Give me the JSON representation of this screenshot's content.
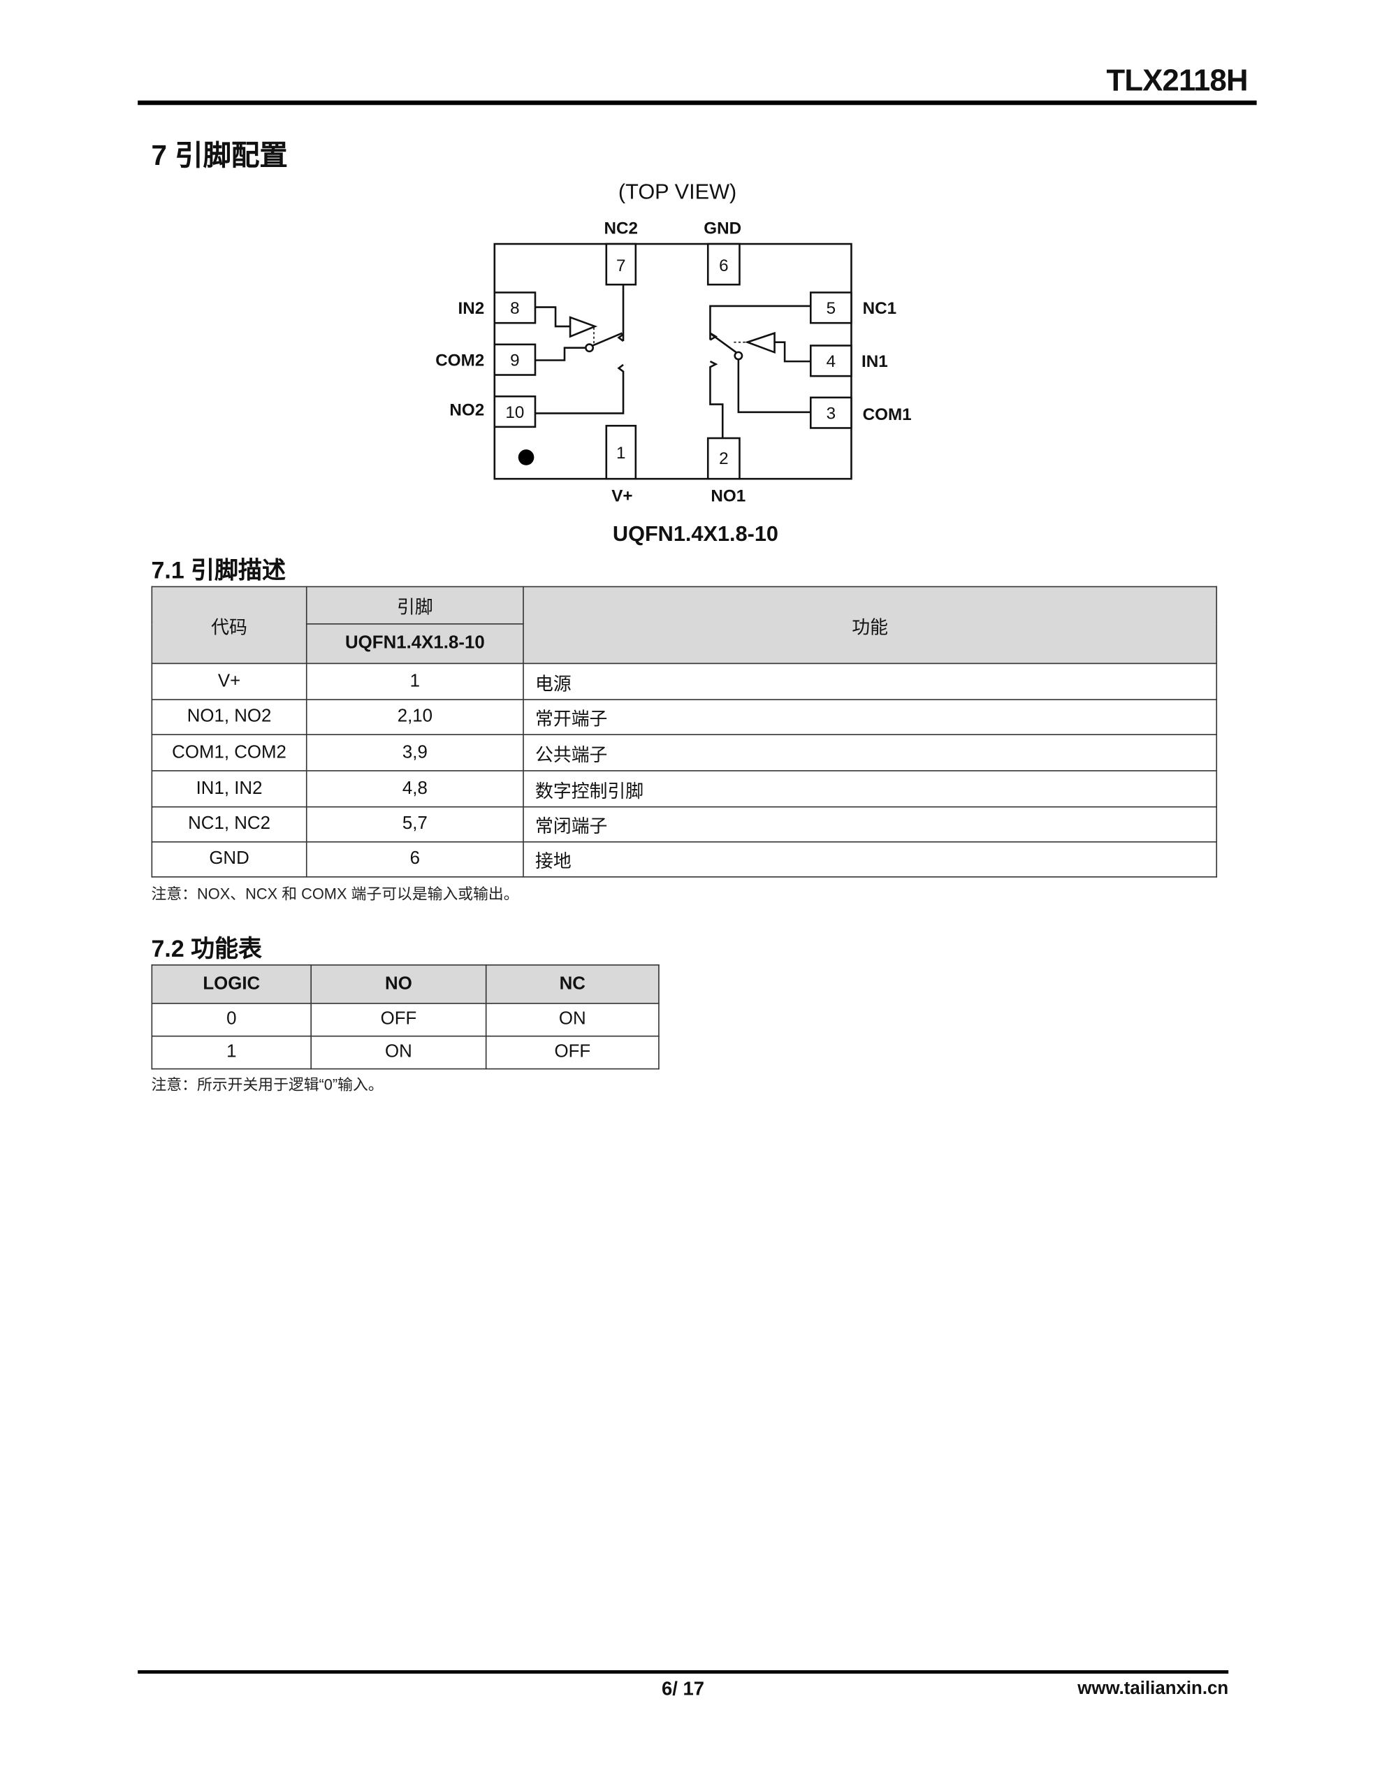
{
  "header": {
    "doc_title": "TLX2118H"
  },
  "section7": {
    "heading": "7 引脚配置"
  },
  "diagram": {
    "view_label": "(TOP VIEW)",
    "package_label": "UQFN1.4X1.8-10",
    "pins": [
      {
        "num": "1",
        "name": "V+"
      },
      {
        "num": "2",
        "name": "NO1"
      },
      {
        "num": "3",
        "name": "COM1"
      },
      {
        "num": "4",
        "name": "IN1"
      },
      {
        "num": "5",
        "name": "NC1"
      },
      {
        "num": "6",
        "name": "GND"
      },
      {
        "num": "7",
        "name": "NC2"
      },
      {
        "num": "8",
        "name": "IN2"
      },
      {
        "num": "9",
        "name": "COM2"
      },
      {
        "num": "10",
        "name": "NO2"
      }
    ]
  },
  "pin_table": {
    "heading": "7.1 引脚描述",
    "headers": {
      "code": "代码",
      "pin": "引脚",
      "package": "UQFN1.4X1.8-10",
      "function": "功能"
    },
    "rows": [
      {
        "code": "V+",
        "pin": "1",
        "function": "电源"
      },
      {
        "code": "NO1, NO2",
        "pin": "2,10",
        "function": "常开端子"
      },
      {
        "code": "COM1, COM2",
        "pin": "3,9",
        "function": "公共端子"
      },
      {
        "code": "IN1, IN2",
        "pin": "4,8",
        "function": "数字控制引脚"
      },
      {
        "code": "NC1, NC2",
        "pin": "5,7",
        "function": "常闭端子"
      },
      {
        "code": "GND",
        "pin": "6",
        "function": "接地"
      }
    ],
    "note": "注意：NOX、NCX 和 COMX 端子可以是输入或输出。"
  },
  "function_table": {
    "heading": "7.2 功能表",
    "headers": [
      "LOGIC",
      "NO",
      "NC"
    ],
    "rows": [
      [
        "0",
        "OFF",
        "ON"
      ],
      [
        "1",
        "ON",
        "OFF"
      ]
    ],
    "note": "注意：所示开关用于逻辑“0”输入。"
  },
  "footer": {
    "page": "6/ 17",
    "website": "www.tailianxin.cn"
  }
}
